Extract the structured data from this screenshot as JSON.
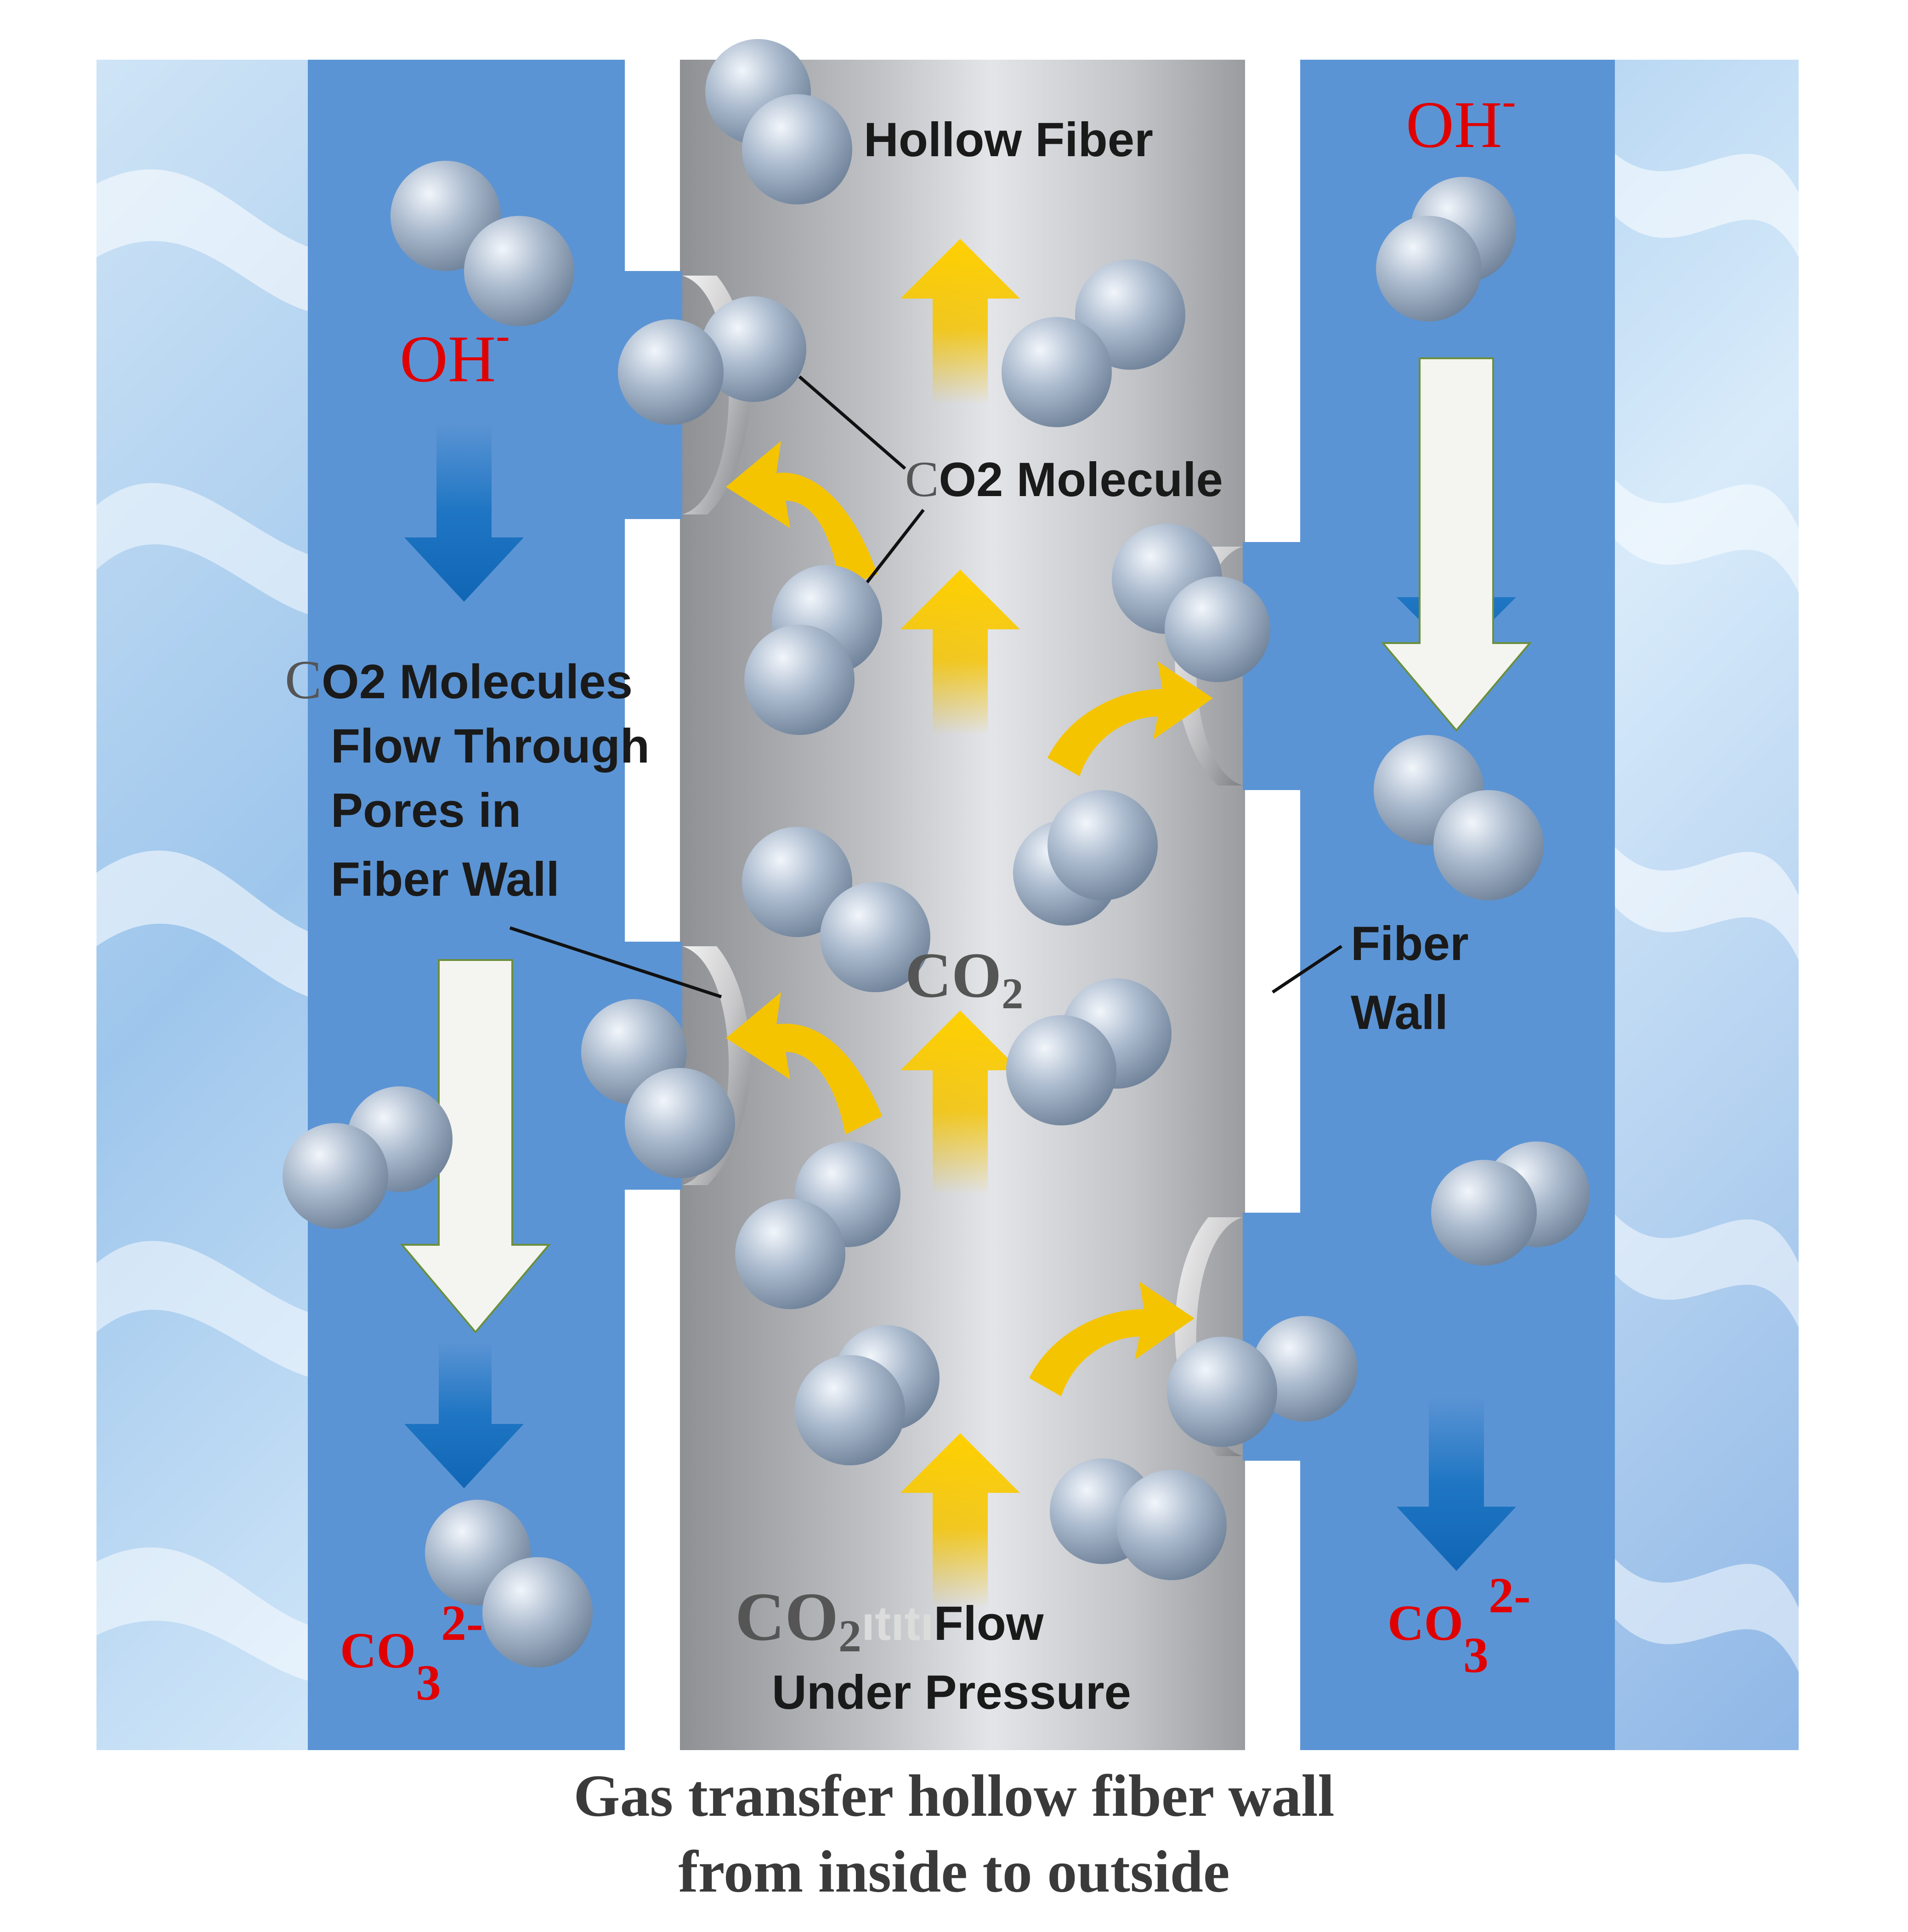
{
  "labels": {
    "hollow_fiber": "Hollow Fiber",
    "co2_molecule_c": "C",
    "co2_molecule_rest": "O2 Molecule",
    "oh_left": "OH",
    "oh_left_sup": "-",
    "oh_right": "OH",
    "oh_right_sup": "-",
    "molecules_flow_c": "C",
    "molecules_flow_line1_rest": "O2 Molecules",
    "molecules_flow_line2": "Flow Through",
    "molecules_flow_line3": "Pores in",
    "molecules_flow_line4": "Fiber Wall",
    "fiber_wall_line1": "Fiber",
    "fiber_wall_line2": "Wall",
    "co2_center": "CO",
    "co2_center_sub": "2",
    "co2_bottom": "CO",
    "co2_bottom_sub": "2",
    "flow_obscured": "ıtıtı",
    "flow_word": "Flow",
    "under_pressure": "Under Pressure",
    "co3_left": "CO",
    "co3_left_sub": "3",
    "co3_left_sup": "2-",
    "co3_right": "CO",
    "co3_right_sub": "3",
    "co3_right_sup": "2-"
  },
  "caption": {
    "line1": "Gas transfer hollow fiber wall",
    "line2": "from inside to outside"
  },
  "colors": {
    "channel_blue": "#5b94d4",
    "dark_blue_arrow": "#1470c0",
    "yellow_arrow": "#f5c400",
    "fiber_gray": "#b4b6ba",
    "molecule": "#9fb0c6",
    "red_label": "#e00000",
    "dark_label": "#1a1a1a",
    "gray_label": "#555555"
  }
}
